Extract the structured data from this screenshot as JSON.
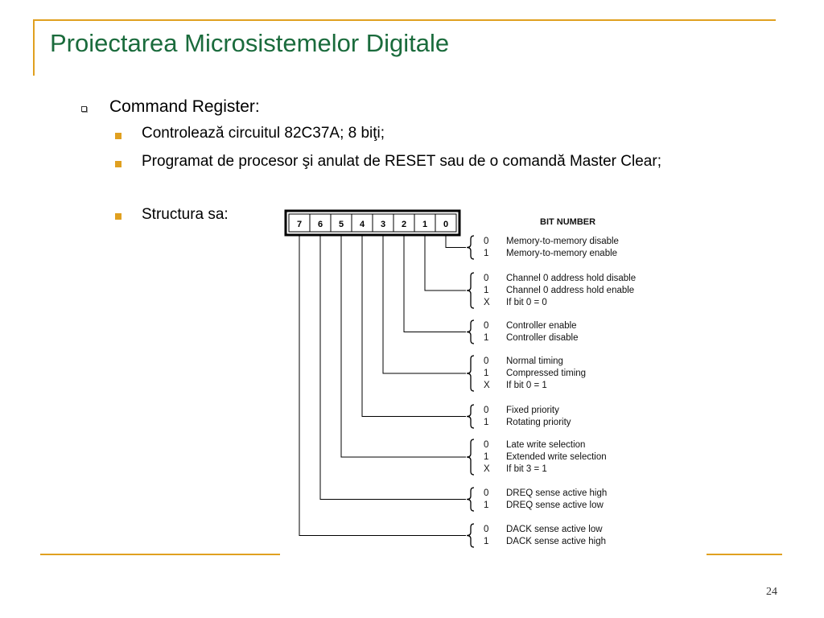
{
  "slide": {
    "title": "Proiectarea Microsistemelor Digitale",
    "page_number": "24"
  },
  "content": {
    "heading": "Command Register:",
    "bullets": [
      "Controlează circuitul 82C37A; 8 biţi;",
      "Programat de procesor şi anulat de RESET sau de o comandă Master Clear;",
      "Structura sa:"
    ]
  },
  "diagram": {
    "header": "BIT NUMBER",
    "bits": [
      "7",
      "6",
      "5",
      "4",
      "3",
      "2",
      "1",
      "0"
    ],
    "groups": [
      {
        "bit": "0",
        "options": [
          {
            "code": "0",
            "text": "Memory-to-memory disable"
          },
          {
            "code": "1",
            "text": "Memory-to-memory enable"
          }
        ]
      },
      {
        "bit": "1",
        "options": [
          {
            "code": "0",
            "text": "Channel 0 address hold disable"
          },
          {
            "code": "1",
            "text": "Channel 0 address hold enable"
          },
          {
            "code": "X",
            "text": "If bit 0 = 0"
          }
        ]
      },
      {
        "bit": "2",
        "options": [
          {
            "code": "0",
            "text": "Controller enable"
          },
          {
            "code": "1",
            "text": "Controller disable"
          }
        ]
      },
      {
        "bit": "3",
        "options": [
          {
            "code": "0",
            "text": "Normal timing"
          },
          {
            "code": "1",
            "text": "Compressed timing"
          },
          {
            "code": "X",
            "text": "If bit 0 = 1"
          }
        ]
      },
      {
        "bit": "4",
        "options": [
          {
            "code": "0",
            "text": "Fixed priority"
          },
          {
            "code": "1",
            "text": "Rotating priority"
          }
        ]
      },
      {
        "bit": "5",
        "options": [
          {
            "code": "0",
            "text": "Late write selection"
          },
          {
            "code": "1",
            "text": "Extended write selection"
          },
          {
            "code": "X",
            "text": "If bit 3 = 1"
          }
        ]
      },
      {
        "bit": "6",
        "options": [
          {
            "code": "0",
            "text": "DREQ sense active high"
          },
          {
            "code": "1",
            "text": "DREQ sense active low"
          }
        ]
      },
      {
        "bit": "7",
        "options": [
          {
            "code": "0",
            "text": "DACK sense active low"
          },
          {
            "code": "1",
            "text": "DACK sense active high"
          }
        ]
      }
    ]
  },
  "colors": {
    "title": "#1a6b3c",
    "accent": "#e0a020"
  }
}
